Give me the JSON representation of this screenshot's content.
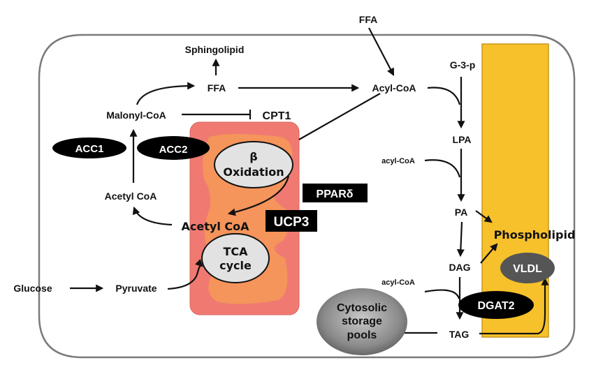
{
  "diagram": {
    "title": "Lipid metabolism pathway in cell",
    "colors": {
      "cell_border": "#7a7a7a",
      "mitochondrion_outer": "#f07a72",
      "mitochondrion_inner": "#f4965a",
      "er_band": "#f7c12b",
      "oval_light": "#e2e2e2",
      "enzyme_black": "#000000",
      "vldl_gray": "#555555",
      "storage_gray": "#8a8a8a"
    },
    "cytosol": {
      "ffa_top": "FFA",
      "sphingolipid": "Sphingolipid",
      "ffa": "FFA",
      "acyl_coa": "Acyl-CoA",
      "malonyl_coa": "Malonyl-CoA",
      "cpt1": "CPT1",
      "acetyl_coa": "Acetyl CoA",
      "glucose": "Glucose",
      "pyruvate": "Pyruvate"
    },
    "enzymes": {
      "acc1": "ACC1",
      "acc2": "ACC2",
      "ppar": "PPARδ",
      "ucp3": "UCP3",
      "dgat2": "DGAT2"
    },
    "mitochondrion": {
      "beta_symbol": "β",
      "beta_oxidation": "Oxidation",
      "acetyl_coa": "Acetyl CoA",
      "tca_line1": "TCA",
      "tca_line2": "cycle"
    },
    "glycerolipid": {
      "g3p": "G-3-p",
      "lpa": "LPA",
      "acyl_coa_1": "acyl-CoA",
      "pa": "PA",
      "phospholipid": "Phospholipid",
      "dag": "DAG",
      "acyl_coa_2": "acyl-CoA",
      "tag": "TAG",
      "vldl": "VLDL",
      "storage_line1": "Cytosolic",
      "storage_line2": "storage",
      "storage_line3": "pools"
    }
  }
}
